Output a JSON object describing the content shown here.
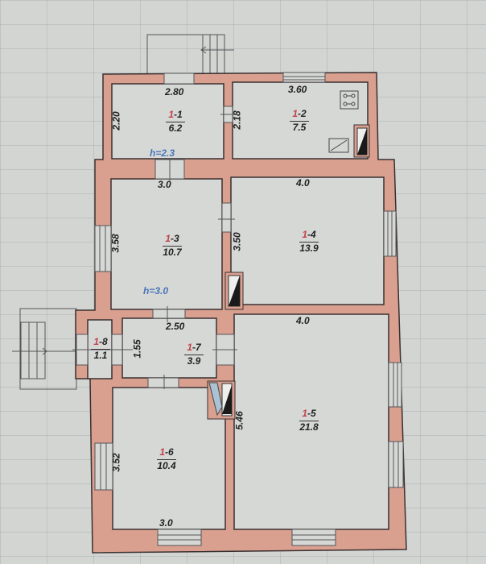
{
  "plan": {
    "wall_color": "#d9a090",
    "floor_color": "#d6d8d6",
    "line_color": "#3a3030",
    "highlight_id_color": "#c3414a",
    "height_label_color": "#4a76b8",
    "rooms": [
      {
        "id_prefix": "1",
        "id_suffix": "-1",
        "area": "6.2"
      },
      {
        "id_prefix": "1",
        "id_suffix": "-2",
        "area": "7.5"
      },
      {
        "id_prefix": "1",
        "id_suffix": "-3",
        "area": "10.7"
      },
      {
        "id_prefix": "1",
        "id_suffix": "-4",
        "area": "13.9"
      },
      {
        "id_prefix": "1",
        "id_suffix": "-5",
        "area": "21.8"
      },
      {
        "id_prefix": "1",
        "id_suffix": "-6",
        "area": "10.4"
      },
      {
        "id_prefix": "1",
        "id_suffix": "-7",
        "area": "3.9"
      },
      {
        "id_prefix": "1",
        "id_suffix": "-8",
        "area": "1.1"
      }
    ],
    "dimensions": {
      "r1_width": "2.80",
      "r1_height": "2.20",
      "r2_width": "3.60",
      "r2_height": "2.18",
      "r3_width": "3.0",
      "r3_height": "3.58",
      "r4_width": "4.0",
      "r4_height": "3.50",
      "r7_width": "2.50",
      "r7_height": "1.55",
      "r5_width": "4.0",
      "r5_height": "5.46",
      "r6_height": "3.52",
      "r6_width": "3.0"
    },
    "heights": {
      "upper": "h=2.3",
      "main": "h=3.0"
    },
    "icons": [
      "stove-icon",
      "sink-icon",
      "chimney-icon"
    ]
  }
}
